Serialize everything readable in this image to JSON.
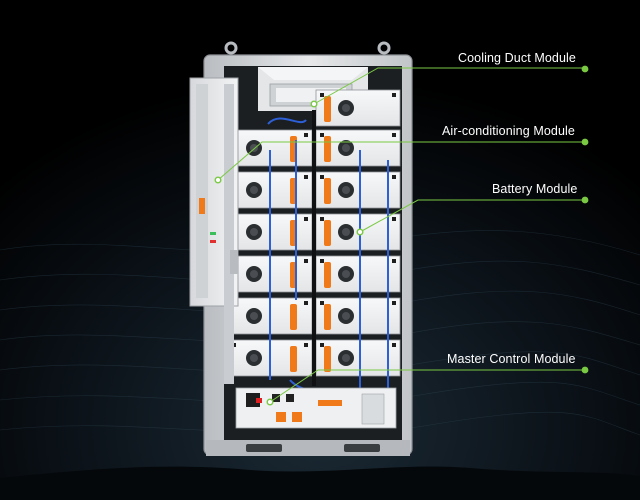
{
  "accent_color": "#7ac943",
  "callouts": [
    {
      "id": "cooling",
      "label": "Cooling Duct Module"
    },
    {
      "id": "aircon",
      "label": "Air-conditioning Module"
    },
    {
      "id": "battery",
      "label": "Battery Module"
    },
    {
      "id": "master",
      "label": "Master Control Module"
    }
  ]
}
